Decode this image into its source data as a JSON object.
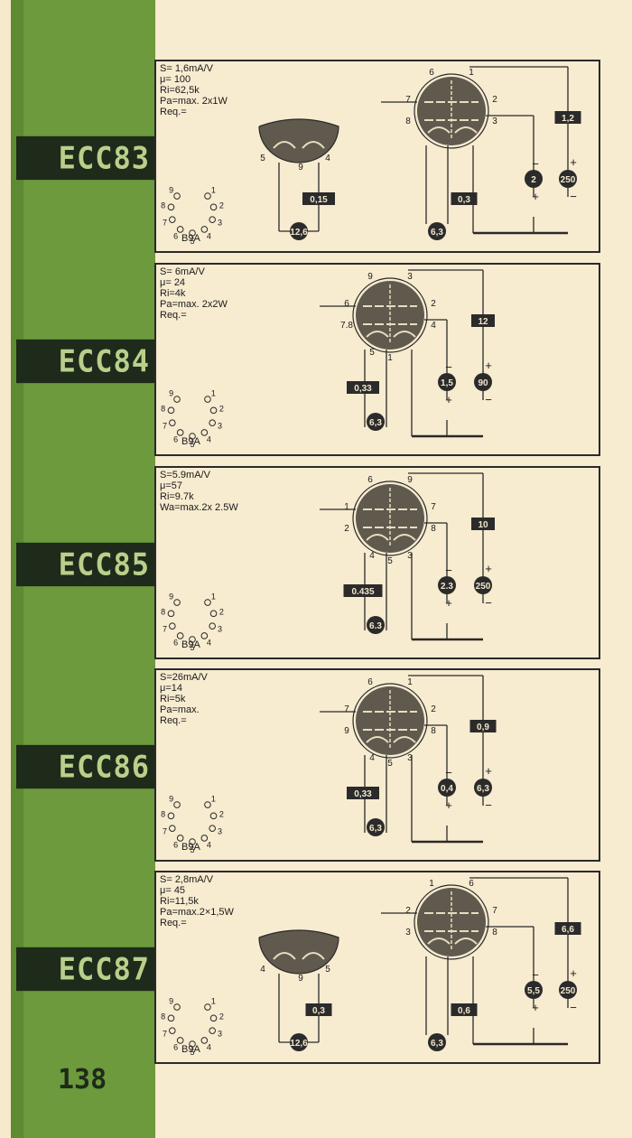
{
  "page_number": "138",
  "panels": [
    {
      "tube": "ECC83",
      "specs": [
        "S= 1,6mA/V",
        "μ= 100",
        "Ri=62,5k",
        "Pa=max. 2x1W",
        "Req.="
      ],
      "socket": "B9A",
      "heater_left": {
        "pins": [
          "5",
          "9",
          "4"
        ],
        "current": "0,15",
        "voltage": "12,6"
      },
      "heater_right": {
        "pins": [
          "5",
          "9",
          "4"
        ],
        "current": "0,3",
        "voltage": "6,3"
      },
      "tube_pins": [
        "6",
        "1",
        "7",
        "2",
        "8",
        "3"
      ],
      "grid_bias": {
        "value": "2",
        "plus": "+",
        "minus": "−"
      },
      "anode_supply": {
        "value": "250",
        "plus": "+",
        "minus": "−"
      },
      "anode_current": "1,2"
    },
    {
      "tube": "ECC84",
      "specs": [
        "S= 6mA/V",
        "μ= 24",
        "Ri=4k",
        "Pa=max. 2x2W",
        "Req.="
      ],
      "socket": "B9A",
      "tube_pins": [
        "9",
        "3",
        "6",
        "2",
        "7.8",
        "4",
        "5",
        "1"
      ],
      "heater": {
        "current": "0,33",
        "voltage": "6,3"
      },
      "grid_bias": {
        "value": "1,5",
        "plus": "+",
        "minus": "−"
      },
      "anode_supply": {
        "value": "90",
        "plus": "+",
        "minus": "−"
      },
      "anode_current": "12"
    },
    {
      "tube": "ECC85",
      "specs": [
        "S=5.9mA/V",
        "μ=57",
        "Ri=9.7k",
        "Wa=max.2x 2.5W"
      ],
      "socket": "B9A",
      "tube_pins": [
        "6",
        "9",
        "1",
        "7",
        "2",
        "8",
        "4",
        "5",
        "3"
      ],
      "heater": {
        "current": "0.435",
        "voltage": "6.3"
      },
      "grid_bias": {
        "value": "2.3",
        "plus": "+",
        "minus": "−"
      },
      "anode_supply": {
        "value": "250",
        "plus": "+",
        "minus": "−"
      },
      "anode_current": "10"
    },
    {
      "tube": "ECC86",
      "specs": [
        "S=26mA/V",
        "μ=14",
        "Ri=5k",
        "Pa=max.",
        "Req.="
      ],
      "socket": "B9A",
      "tube_pins": [
        "6",
        "1",
        "7",
        "2",
        "9",
        "8",
        "4",
        "5",
        "3"
      ],
      "heater": {
        "current": "0,33",
        "voltage": "6,3"
      },
      "grid_bias": {
        "value": "0,4",
        "plus": "+",
        "minus": "−"
      },
      "anode_supply": {
        "value": "6,3",
        "plus": "+",
        "minus": "−"
      },
      "anode_current": "0,9"
    },
    {
      "tube": "ECC87",
      "specs": [
        "S= 2,8mA/V",
        "μ= 45",
        "Ri=11,5k",
        "Pa=max.2×1,5W",
        "Req.="
      ],
      "socket": "B9A",
      "heater_left": {
        "pins": [
          "4",
          "9",
          "5"
        ],
        "current": "0,3",
        "voltage": "12,6"
      },
      "heater_right": {
        "pins": [
          "4",
          "9",
          "5"
        ],
        "current": "0,6",
        "voltage": "6,3"
      },
      "tube_pins": [
        "1",
        "6",
        "2",
        "7",
        "3",
        "8"
      ],
      "grid_bias": {
        "value": "5,5",
        "plus": "+",
        "minus": "−"
      },
      "anode_supply": {
        "value": "250",
        "plus": "+",
        "minus": "−"
      },
      "anode_current": "6,6"
    }
  ],
  "socket_pins": [
    "1",
    "2",
    "3",
    "4",
    "5",
    "6",
    "7",
    "8",
    "9"
  ],
  "colors": {
    "strip": "#6c9a3c",
    "label_bg": "#1e2a1a",
    "label_text": "#b9cf8a",
    "paper": "#f7ebd0",
    "ink": "#2a2a2a"
  }
}
